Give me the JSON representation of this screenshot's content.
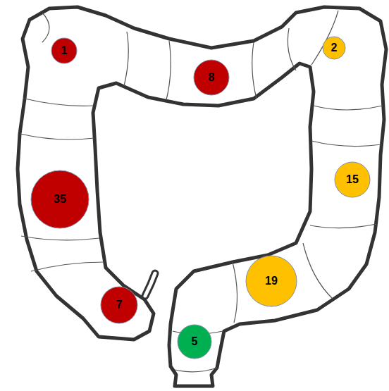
{
  "diagram": {
    "nodes": [
      {
        "text": [
          "1"
        ]
      },
      {
        "text": [
          "8"
        ]
      },
      {
        "text": [
          "2"
        ]
      },
      {
        "text": [
          "35"
        ]
      },
      {
        "text": [
          "15"
        ]
      },
      {
        "text": [
          "19"
        ]
      },
      {
        "text": [
          "7"
        ]
      },
      {
        "text": [
          "5"
        ]
      }
    ]
  }
}
